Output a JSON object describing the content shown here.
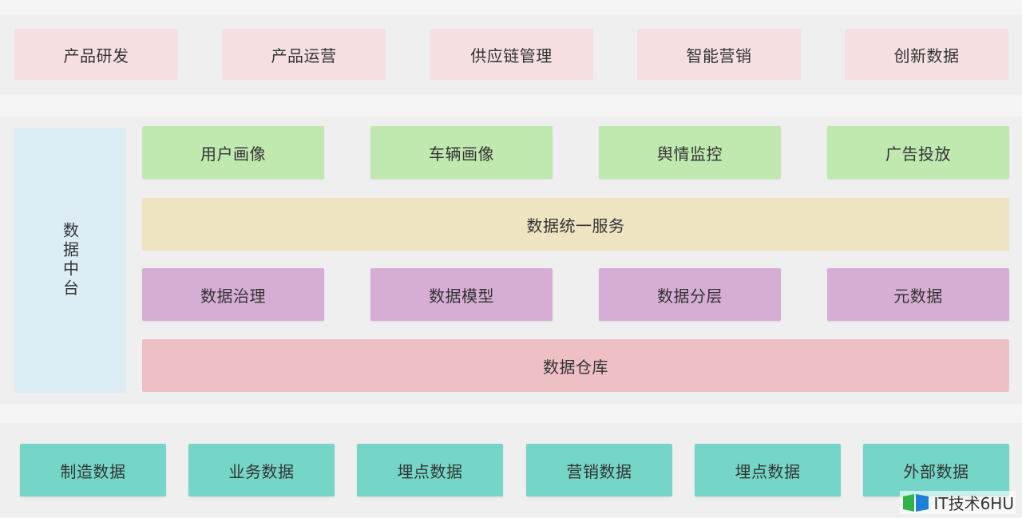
{
  "applications": [
    "产品研发",
    "产品运营",
    "供应链管理",
    "智能营销",
    "创新数据"
  ],
  "platform": {
    "side_label": "数据中台",
    "services": [
      "用户画像",
      "车辆画像",
      "舆情监控",
      "广告投放"
    ],
    "unified_service": "数据统一服务",
    "governance": [
      "数据治理",
      "数据模型",
      "数据分层",
      "元数据"
    ],
    "warehouse": "数据仓库"
  },
  "sources": [
    "制造数据",
    "业务数据",
    "埋点数据",
    "营销数据",
    "埋点数据",
    "外部数据"
  ],
  "watermark": {
    "text": "IT技术6HU",
    "logo": "green-blue-book-logo"
  },
  "colors": {
    "application": "#f6dfe1",
    "service": "#c0e9b0",
    "unified": "#efe4c1",
    "governance": "#d6aed5",
    "warehouse": "#eec0c6",
    "source": "#75d6c8",
    "side": "#ddedf6"
  }
}
